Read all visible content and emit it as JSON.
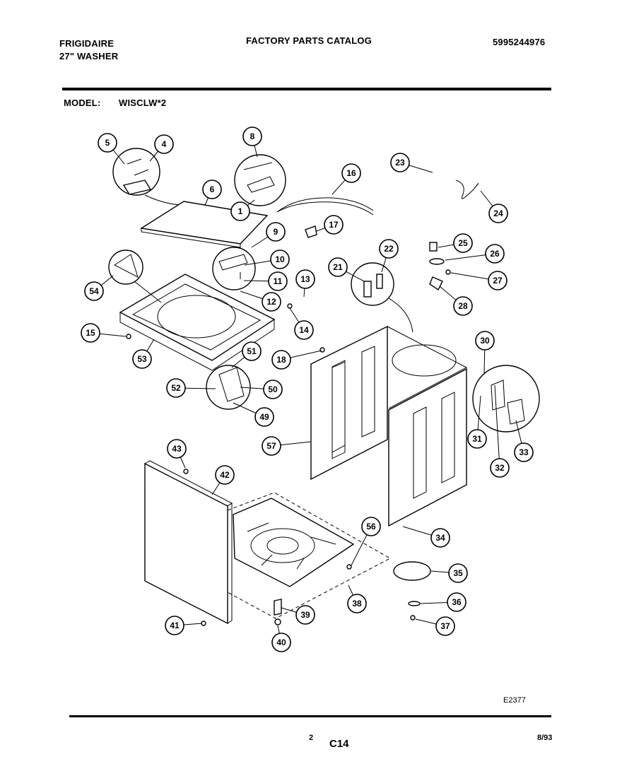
{
  "header": {
    "brand": "FRIGIDAIRE",
    "product": "27\" WASHER",
    "catalog_title": "FACTORY PARTS CATALOG",
    "catalog_number": "5995244976",
    "model_label": "MODEL:",
    "model_value": "WISCLW*2"
  },
  "diagram": {
    "callouts": [
      "1",
      "4",
      "5",
      "6",
      "8",
      "9",
      "10",
      "11",
      "12",
      "13",
      "14",
      "15",
      "16",
      "17",
      "18",
      "21",
      "22",
      "23",
      "24",
      "25",
      "26",
      "27",
      "28",
      "30",
      "31",
      "32",
      "33",
      "34",
      "35",
      "36",
      "37",
      "38",
      "39",
      "40",
      "41",
      "42",
      "43",
      "49",
      "50",
      "51",
      "52",
      "53",
      "54",
      "56",
      "57"
    ],
    "figure_code": "E2377"
  },
  "footer": {
    "page_number": "2",
    "section": "C14",
    "date": "8/93"
  }
}
